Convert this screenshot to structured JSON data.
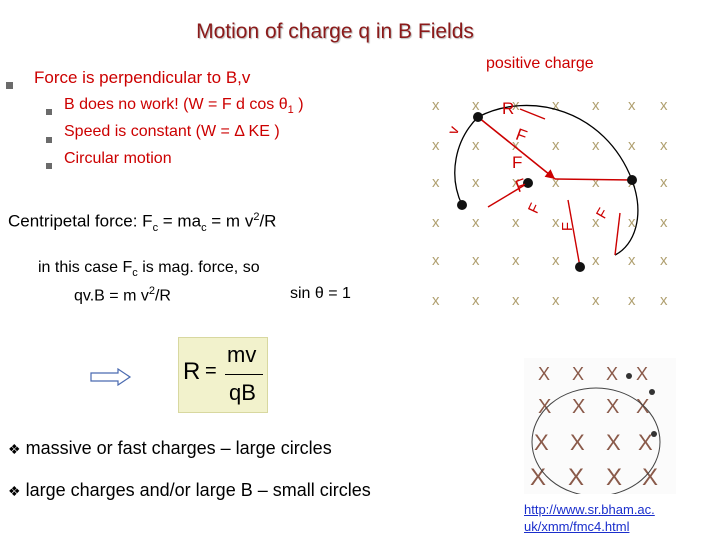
{
  "title": "Motion of charge q in B Fields",
  "bullets": {
    "main": "Force is perpendicular to B,v",
    "sub": [
      "B does no work! (W = F d cos θ",
      "Speed is constant (W = Δ KE )",
      "Circular motion"
    ],
    "sub_subscript": "1",
    "sub_close": " )"
  },
  "centripetal": {
    "prefix": "Centripetal force: F",
    "sub_c": "c",
    "eq1": " = ma",
    "eq2": "  = m v",
    "sup": "2",
    "tail": "/R"
  },
  "magforce": {
    "line1_a": "in this case F",
    "line1_sub": "c",
    "line1_b": "  is mag. force, so",
    "line2_a": "qv.B = m v",
    "line2_sup": "2",
    "line2_b": "/R",
    "line2_c": "sin θ = 1"
  },
  "diagram": {
    "positive_label": "positive charge",
    "x_mark": "x",
    "R_label": "R",
    "F_label": "F",
    "v_label": "v"
  },
  "formula": {
    "R": "R",
    "eq": "=",
    "num": "mv",
    "den": "qB"
  },
  "notes": [
    "massive or fast charges – large circles",
    "large charges and/or large B – small circles"
  ],
  "photo_mark": "X",
  "link": {
    "line1": "http://www.sr.bham.ac.",
    "line2": "uk/xmm/fmc4.html"
  },
  "colors": {
    "title": "#8b1a1a",
    "accent": "#cc0000",
    "link": "#1a2ecc",
    "formula_bg": "#f2f2cc"
  }
}
